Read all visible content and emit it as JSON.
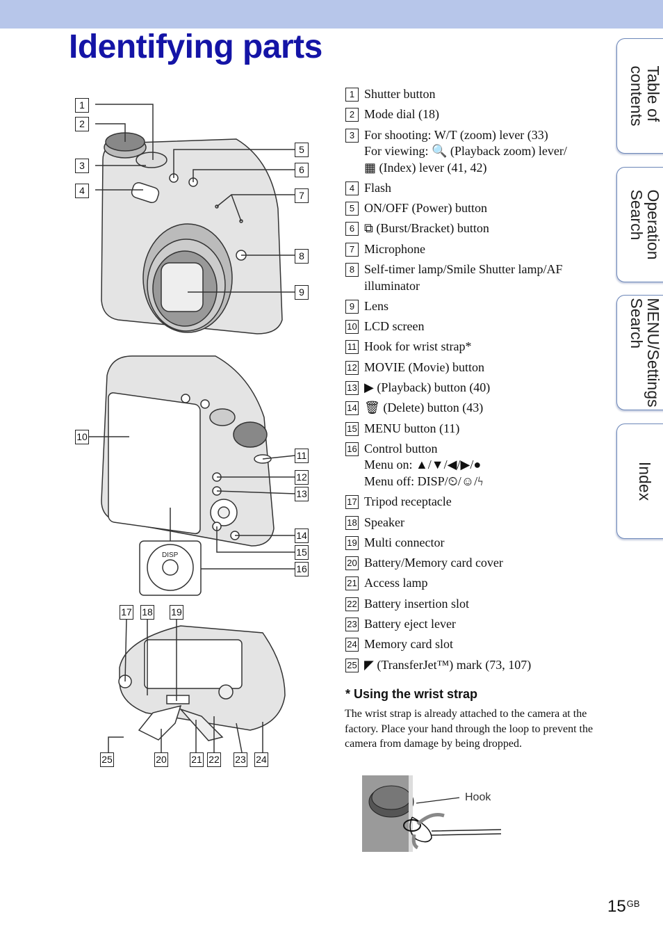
{
  "page": {
    "title": "Identifying parts",
    "number": "15",
    "number_suffix": "GB"
  },
  "tabs": [
    {
      "line1": "Table of",
      "line2": "contents"
    },
    {
      "line1": "Operation",
      "line2": "Search"
    },
    {
      "line1": "MENU/Settings",
      "line2": "Search"
    },
    {
      "line1": "Index",
      "line2": ""
    }
  ],
  "parts": [
    {
      "num": "1",
      "lines": [
        "Shutter button"
      ]
    },
    {
      "num": "2",
      "lines": [
        "Mode dial (18)"
      ]
    },
    {
      "num": "3",
      "lines": [
        "For shooting: W/T (zoom) lever (33)",
        "For viewing: 🔍 (Playback zoom) lever/",
        "▦ (Index) lever (41, 42)"
      ]
    },
    {
      "num": "4",
      "lines": [
        "Flash"
      ]
    },
    {
      "num": "5",
      "lines": [
        "ON/OFF (Power) button"
      ]
    },
    {
      "num": "6",
      "lines": [
        "⧉ (Burst/Bracket) button"
      ]
    },
    {
      "num": "7",
      "lines": [
        "Microphone"
      ]
    },
    {
      "num": "8",
      "lines": [
        "Self-timer lamp/Smile Shutter lamp/AF",
        "illuminator"
      ]
    },
    {
      "num": "9",
      "lines": [
        "Lens"
      ]
    },
    {
      "num": "10",
      "lines": [
        "LCD screen"
      ]
    },
    {
      "num": "11",
      "lines": [
        "Hook for wrist strap*"
      ]
    },
    {
      "num": "12",
      "lines": [
        "MOVIE (Movie) button"
      ]
    },
    {
      "num": "13",
      "lines": [
        "▶ (Playback) button (40)"
      ]
    },
    {
      "num": "14",
      "lines": [
        "🗑 (Delete) button (43)"
      ]
    },
    {
      "num": "15",
      "lines": [
        "MENU button (11)"
      ]
    },
    {
      "num": "16",
      "lines": [
        "Control button",
        "Menu on: ▲/▼/◀/▶/●",
        "Menu off: DISP/⏲/☺/ϟ"
      ]
    },
    {
      "num": "17",
      "lines": [
        "Tripod receptacle"
      ]
    },
    {
      "num": "18",
      "lines": [
        "Speaker"
      ]
    },
    {
      "num": "19",
      "lines": [
        "Multi connector"
      ]
    },
    {
      "num": "20",
      "lines": [
        "Battery/Memory card cover"
      ]
    },
    {
      "num": "21",
      "lines": [
        "Access lamp"
      ]
    },
    {
      "num": "22",
      "lines": [
        "Battery insertion slot"
      ]
    },
    {
      "num": "23",
      "lines": [
        "Battery eject lever"
      ]
    },
    {
      "num": "24",
      "lines": [
        "Memory card slot"
      ]
    },
    {
      "num": "25",
      "lines": [
        "◤ (TransferJet™) mark (73, 107)"
      ]
    }
  ],
  "note": {
    "heading": "* Using the wrist strap",
    "body": "The wrist strap is already attached to the camera at the factory. Place your hand through the loop to prevent the camera from damage by being dropped.",
    "hook_label": "Hook"
  },
  "callouts": {
    "c1": "1",
    "c2": "2",
    "c3": "3",
    "c4": "4",
    "c5": "5",
    "c6": "6",
    "c7": "7",
    "c8": "8",
    "c9": "9",
    "c10": "10",
    "c11": "11",
    "c12": "12",
    "c13": "13",
    "c14": "14",
    "c15": "15",
    "c16": "16",
    "c17": "17",
    "c18": "18",
    "c19": "19",
    "c20": "20",
    "c21": "21",
    "c22": "22",
    "c23": "23",
    "c24": "24",
    "c25": "25",
    "disp": "DISP"
  }
}
